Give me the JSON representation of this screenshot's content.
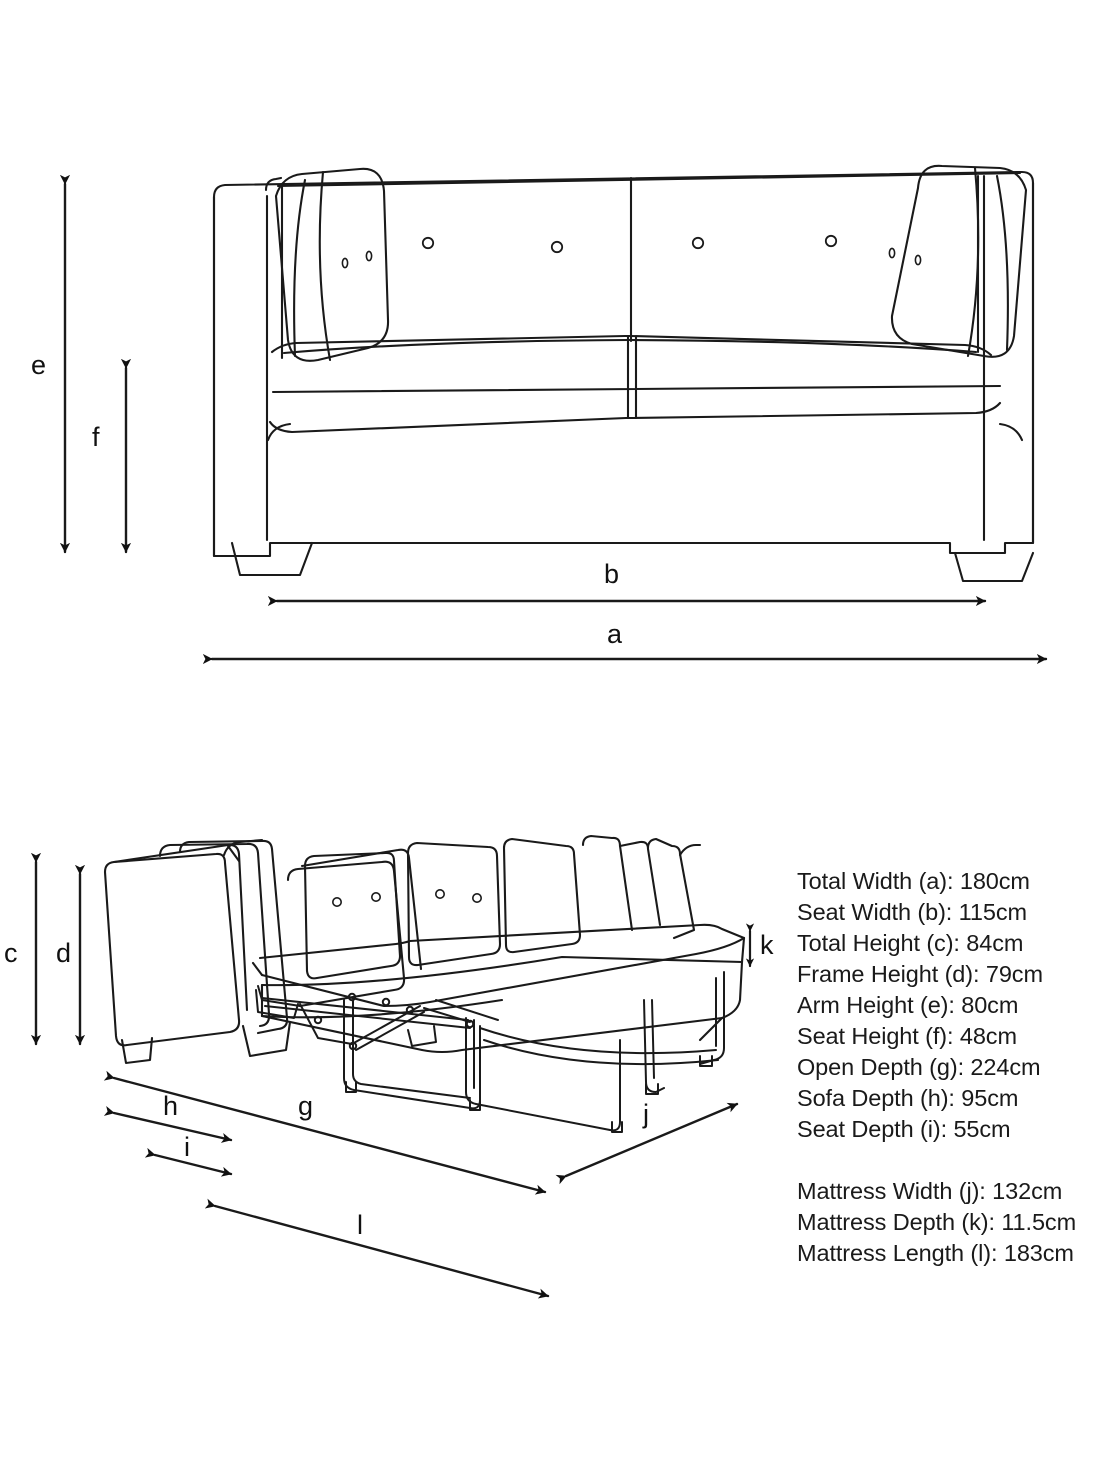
{
  "diagram": {
    "title": "Sofa bed dimensions diagram",
    "background_color": "#ffffff",
    "line_color": "#1a1a1a",
    "views": [
      {
        "name": "sofa-closed-front-view",
        "description": "Two seater sofa shown closed, front elevation"
      },
      {
        "name": "sofa-bed-open-perspective-view",
        "description": "Sofa bed shown open with mattress extended and metal support frame"
      }
    ],
    "dimension_labels": [
      {
        "key": "a",
        "label": "a"
      },
      {
        "key": "b",
        "label": "b"
      },
      {
        "key": "c",
        "label": "c"
      },
      {
        "key": "d",
        "label": "d"
      },
      {
        "key": "e",
        "label": "e"
      },
      {
        "key": "f",
        "label": "f"
      },
      {
        "key": "g",
        "label": "g"
      },
      {
        "key": "h",
        "label": "h"
      },
      {
        "key": "i",
        "label": "i"
      },
      {
        "key": "j",
        "label": "j"
      },
      {
        "key": "k",
        "label": "k"
      },
      {
        "key": "l",
        "label": "l"
      }
    ]
  },
  "specs": {
    "primary": [
      "Total Width (a): 180cm",
      "Seat Width (b): 115cm",
      "Total Height (c): 84cm",
      "Frame Height (d): 79cm",
      "Arm Height (e): 80cm",
      "Seat Height (f): 48cm",
      "Open Depth (g): 224cm",
      "Sofa Depth (h): 95cm",
      "Seat Depth (i): 55cm"
    ],
    "mattress": [
      "Mattress Width (j): 132cm",
      "Mattress Depth (k): 11.5cm",
      "Mattress Length (l): 183cm"
    ]
  },
  "measurements": {
    "total_width_a": "180cm",
    "seat_width_b": "115cm",
    "total_height_c": "84cm",
    "frame_height_d": "79cm",
    "arm_height_e": "80cm",
    "seat_height_f": "48cm",
    "open_depth_g": "224cm",
    "sofa_depth_h": "95cm",
    "seat_depth_i": "55cm",
    "mattress_width_j": "132cm",
    "mattress_depth_k": "11.5cm",
    "mattress_length_l": "183cm"
  }
}
